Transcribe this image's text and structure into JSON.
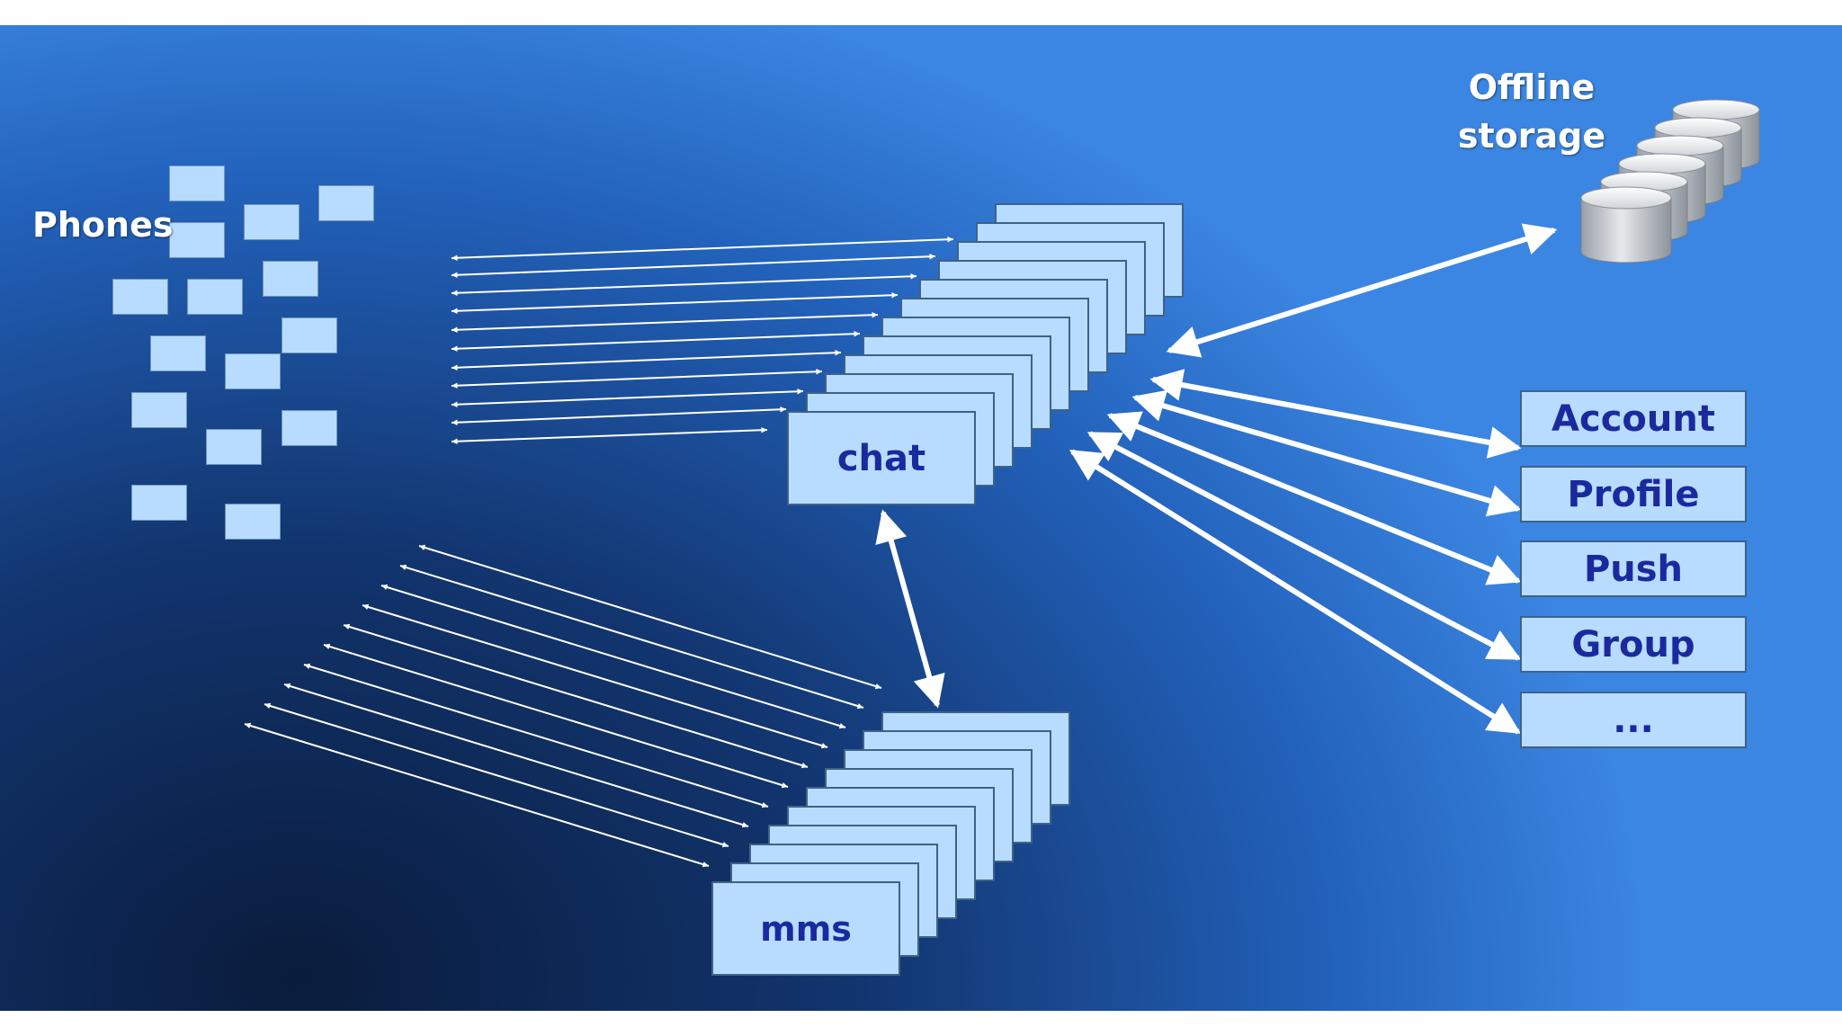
{
  "diagram": {
    "phones_label": "Phones",
    "storage_label_line1": "Offline",
    "storage_label_line2": "storage",
    "chat_label": "chat",
    "mms_label": "mms",
    "services": [
      "Account",
      "Profile",
      "Push",
      "Group",
      "..."
    ]
  }
}
